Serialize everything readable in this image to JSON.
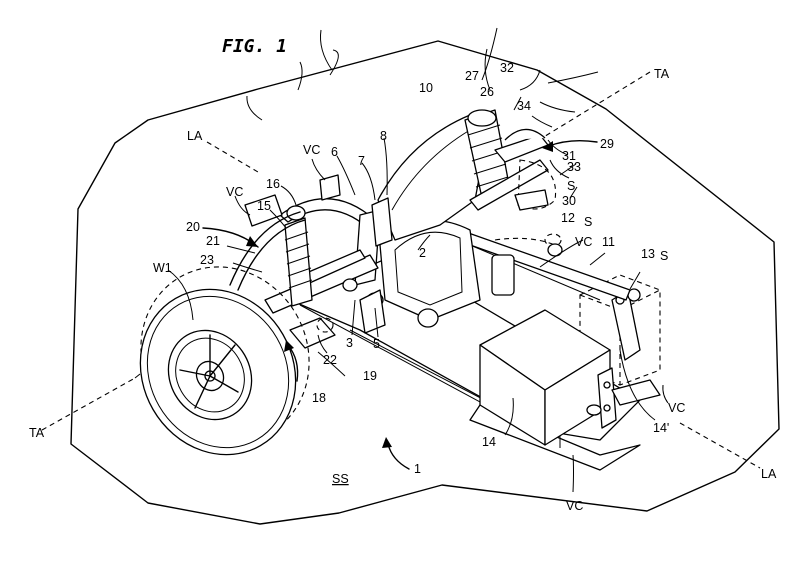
{
  "figure": {
    "title": "FIG. 1",
    "surface_label": "SS",
    "assembly_ref": "1"
  },
  "axes": {
    "transverse_top": "TA",
    "transverse_bottom": "TA",
    "longitudinal_top": "LA",
    "longitudinal_bottom": "LA"
  },
  "labels": {
    "frame": "2",
    "pivot_3": "3",
    "pivot_5": "5",
    "bracket_6": "6",
    "bracket_7": "7",
    "bracket_8": "8",
    "arm_10": "10",
    "link_11": "11",
    "mount_12": "12",
    "joint_13": "13",
    "battery": "14",
    "battery_mount": "14'",
    "shock_15": "15",
    "shock_top_16": "16",
    "suspension_18": "18",
    "knuckle_19": "19",
    "suspension_20": "20",
    "arm_21": "21",
    "joint_22": "22",
    "arm_23": "23",
    "shock_26": "26",
    "shock_top_27": "27",
    "suspension_29": "29",
    "knuckle_30": "30",
    "arm_31": "31",
    "arm_32": "32",
    "joint_33": "33",
    "arm_34": "34",
    "wheel": "W1",
    "vc_1": "VC",
    "vc_2": "VC",
    "vc_3": "VC",
    "vc_4": "VC",
    "vc_5": "VC",
    "s_1": "S",
    "s_2": "S",
    "s_3": "S"
  }
}
